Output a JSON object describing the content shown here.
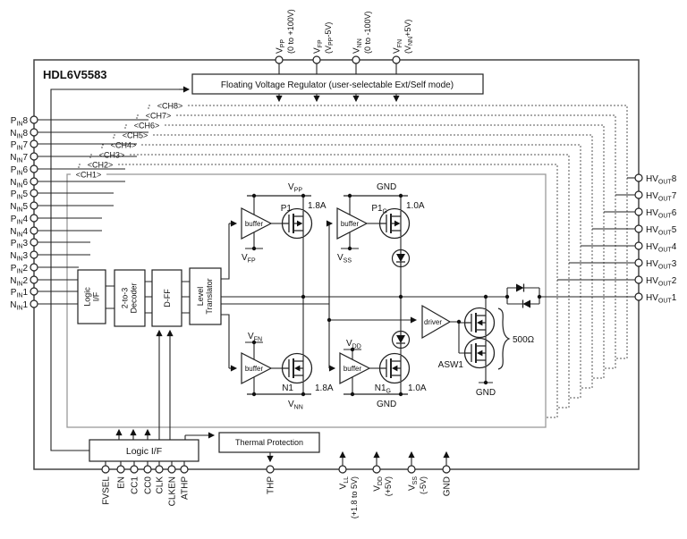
{
  "title": "HDL6V5583",
  "regulator_label": "Floating Voltage Regulator (user-selectable Ext/Self mode)",
  "top_pins": [
    {
      "main": "V",
      "sub": "PP",
      "note_pre": "(0 to +100V)",
      "note_sub": "",
      "note_post": ""
    },
    {
      "main": "V",
      "sub": "FP",
      "note_pre": "(V",
      "note_sub": "PP",
      "note_post": "-5V)"
    },
    {
      "main": "V",
      "sub": "NN",
      "note_pre": "(0 to -100V)",
      "note_sub": "",
      "note_post": ""
    },
    {
      "main": "V",
      "sub": "FN",
      "note_pre": "(V",
      "note_sub": "NN",
      "note_post": "+5V)"
    }
  ],
  "left_pins": [
    {
      "main": "P",
      "sub": "IN",
      "num": "8"
    },
    {
      "main": "N",
      "sub": "IN",
      "num": "8"
    },
    {
      "main": "P",
      "sub": "IN",
      "num": "7"
    },
    {
      "main": "N",
      "sub": "IN",
      "num": "7"
    },
    {
      "main": "P",
      "sub": "IN",
      "num": "6"
    },
    {
      "main": "N",
      "sub": "IN",
      "num": "6"
    },
    {
      "main": "P",
      "sub": "IN",
      "num": "5"
    },
    {
      "main": "N",
      "sub": "IN",
      "num": "5"
    },
    {
      "main": "P",
      "sub": "IN",
      "num": "4"
    },
    {
      "main": "N",
      "sub": "IN",
      "num": "4"
    },
    {
      "main": "P",
      "sub": "IN",
      "num": "3"
    },
    {
      "main": "N",
      "sub": "IN",
      "num": "3"
    },
    {
      "main": "P",
      "sub": "IN",
      "num": "2"
    },
    {
      "main": "N",
      "sub": "IN",
      "num": "2"
    },
    {
      "main": "P",
      "sub": "IN",
      "num": "1"
    },
    {
      "main": "N",
      "sub": "IN",
      "num": "1"
    }
  ],
  "right_pins": [
    {
      "main": "HV",
      "sub": "OUT",
      "num": "8"
    },
    {
      "main": "HV",
      "sub": "OUT",
      "num": "7"
    },
    {
      "main": "HV",
      "sub": "OUT",
      "num": "6"
    },
    {
      "main": "HV",
      "sub": "OUT",
      "num": "5"
    },
    {
      "main": "HV",
      "sub": "OUT",
      "num": "4"
    },
    {
      "main": "HV",
      "sub": "OUT",
      "num": "3"
    },
    {
      "main": "HV",
      "sub": "OUT",
      "num": "2"
    },
    {
      "main": "HV",
      "sub": "OUT",
      "num": "1"
    }
  ],
  "bottom_pins": [
    "FVSEL",
    "EN",
    "CC1",
    "CC0",
    "CLK",
    "CLKEN",
    "ATHP"
  ],
  "thp_pin": "THP",
  "supply_pins": [
    {
      "main": "V",
      "sub": "LL",
      "note": "(+1.8 to 5V)"
    },
    {
      "main": "V",
      "sub": "DD",
      "note": "(+5V)"
    },
    {
      "main": "V",
      "sub": "SS",
      "note": "(-5V)"
    },
    {
      "main": "GND",
      "sub": "",
      "note": ""
    }
  ],
  "channels": [
    "<CH8>",
    "<CH7>",
    "<CH6>",
    "<CH5>",
    "<CH4>",
    "<CH3>",
    "<CH2>",
    "<CH1>"
  ],
  "blocks": {
    "logic_if_l1": "Logic",
    "logic_if_l2": "I/F",
    "decoder_l1": "2-to-3",
    "decoder_l2": "Decoder",
    "dff": "D-FF",
    "level_l1": "Level",
    "level_l2": "Translator",
    "logic_if_bottom": "Logic I/F",
    "thermal": "Thermal Protection"
  },
  "circuit": {
    "buffer": "buffer",
    "driver": "driver",
    "p1": "P1",
    "p1g_main": "P1",
    "p1g_sub": "G",
    "n1": "N1",
    "n1g_main": "N1",
    "n1g_sub": "G",
    "i_p1": "1.8A",
    "i_p1g": "1.0A",
    "i_n1": "1.8A",
    "i_n1g": "1.0A",
    "asw": "ASW1",
    "res": "500Ω",
    "rail_vpp_main": "V",
    "rail_vpp_sub": "PP",
    "rail_gnd_top": "GND",
    "vfp_main": "V",
    "vfp_sub": "FP",
    "vss_main": "V",
    "vss_sub": "SS",
    "vfn_main": "V",
    "vfn_sub": "FN",
    "vdd_main": "V",
    "vdd_sub": "DD",
    "rail_vnn_main": "V",
    "rail_vnn_sub": "NN",
    "rail_gnd_bot": "GND",
    "gnd_asw": "GND"
  }
}
